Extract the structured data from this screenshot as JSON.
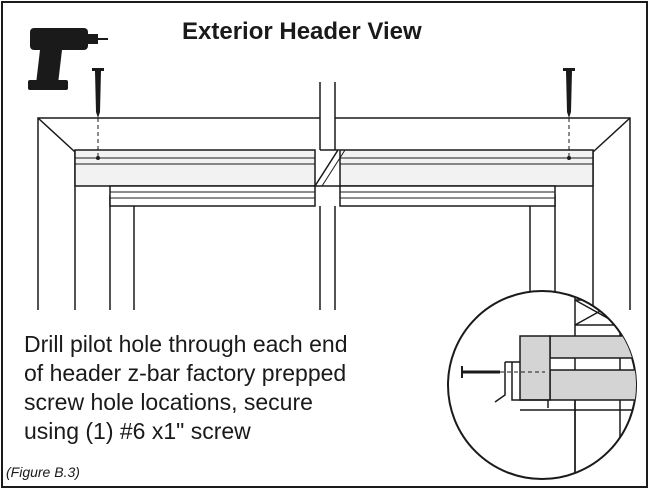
{
  "title": "Exterior Header View",
  "instructions": [
    "Drill pilot hole through each end",
    "of header z-bar factory prepped",
    "screw hole locations, secure",
    "using (1) #6 x1\" screw"
  ],
  "caption": "(Figure B.3)",
  "icons": [
    "drill-icon",
    "screw-icon",
    "break-symbol",
    "detail-callout"
  ],
  "colors": {
    "line": "#1a1a1a",
    "fill": "#f2f2f2",
    "detail_block": "#d4d4d4"
  }
}
